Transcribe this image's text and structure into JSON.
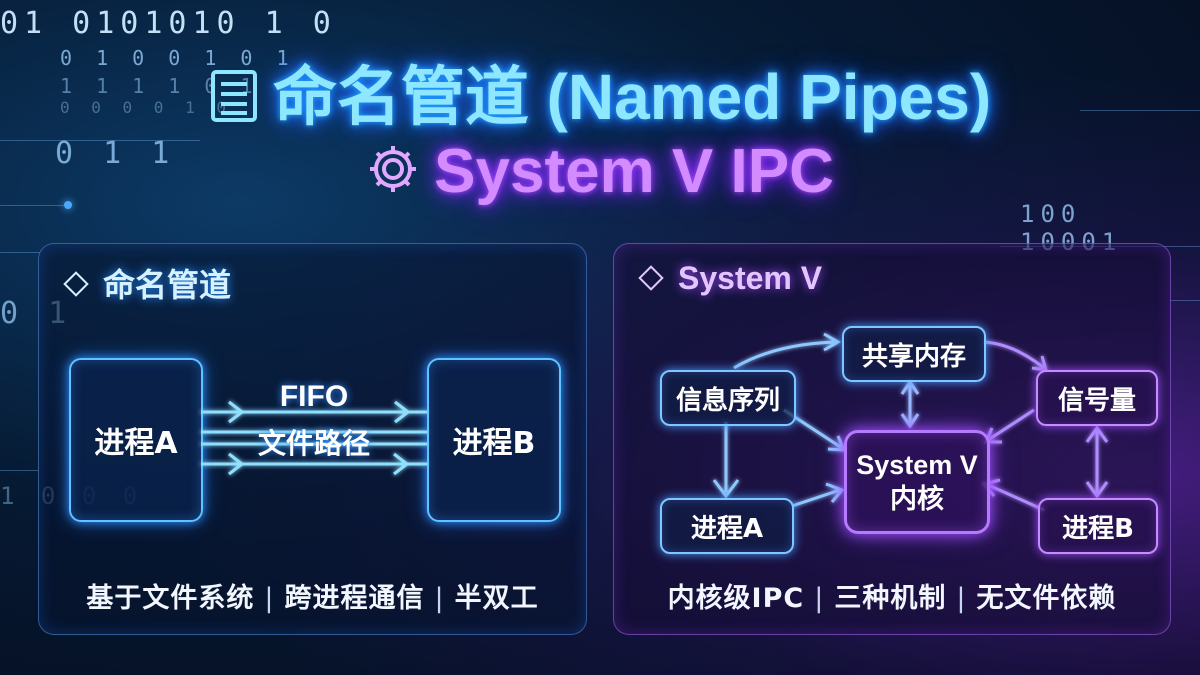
{
  "background": {
    "binary_rows": [
      "01 0101010 1 0",
      "0 1 0 0 1 0 1",
      "1 1 1 1 0 1",
      "0 0 0 0 1 0",
      "0 1 1",
      "100 10001",
      "0 1",
      "1 0 0 0"
    ]
  },
  "title": {
    "line1": "命名管道 (Named Pipes)",
    "line1_icon": "document-list-icon",
    "line2": "System V IPC",
    "line2_icon": "gear-icon"
  },
  "left_panel": {
    "heading": "命名管道",
    "process_a": "进程A",
    "process_b": "进程B",
    "pipe_label_top": "FIFO",
    "pipe_label_bottom": "文件路径",
    "footer": [
      "基于文件系统",
      "跨进程通信",
      "半双工"
    ],
    "separator": "|"
  },
  "right_panel": {
    "heading": "System V",
    "shared_memory": "共享内存",
    "message_queue": "信息序列",
    "semaphore": "信号量",
    "kernel_line1": "System V",
    "kernel_line2": "内核",
    "process_a": "进程A",
    "process_b": "进程B",
    "footer": [
      "内核级IPC",
      "三种机制",
      "无文件依赖"
    ],
    "separator": "|"
  },
  "colors": {
    "blue_accent": "#5ec3ff",
    "purple_accent": "#b57aff",
    "title_blue": "#8fe6ff",
    "title_purple": "#d28cff"
  }
}
